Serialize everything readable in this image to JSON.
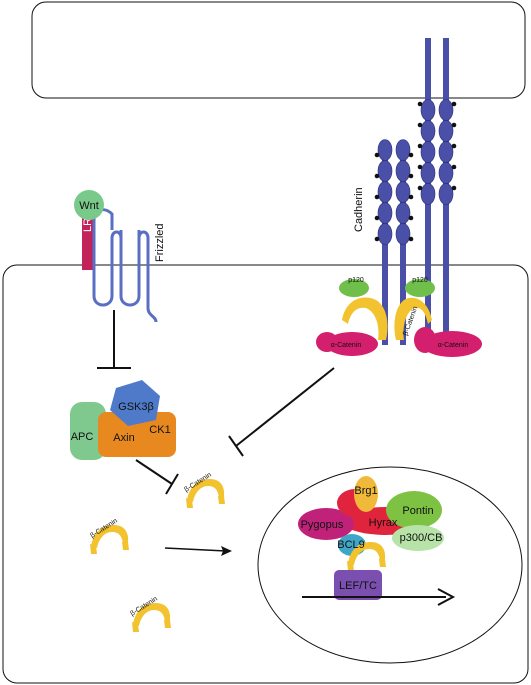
{
  "labels": {
    "lrp": "LRP",
    "wnt": "Wnt",
    "frizzled": "Frizzled",
    "cadherin": "Cadherin",
    "p120": "p120",
    "beta_catenin": "β-Catenin",
    "alpha_catenin": "α-Catenin",
    "gsk3b": "GSK3β",
    "apc": "APC",
    "axin": "Axin",
    "ck1": "CK1",
    "brg1": "Brg1",
    "pontin": "Pontin",
    "pygopus": "Pygopus",
    "hyrax": "Hyrax",
    "bcl9": "BCL9",
    "p300": "p300/CB",
    "lef": "LEF/TC"
  },
  "colors": {
    "cadherin": "#4a4fa8",
    "beta_catenin": "#f2c32e",
    "alpha_catenin": "#d41f6e",
    "p120": "#6fbf4a",
    "lrp": "#c2245a",
    "wnt": "#79c98a",
    "frizzled": "#5a6fc4",
    "gsk3b": "#4f7ac9",
    "apc": "#7fc98f",
    "axin": "#e8891f",
    "brg1": "#f0b93a",
    "pontin": "#7dc243",
    "pygopus": "#c0227a",
    "hyrax": "#e0243e",
    "bcl9": "#3fa6c8",
    "p300": "#b7e3a8",
    "lef": "#7b4fb0"
  }
}
